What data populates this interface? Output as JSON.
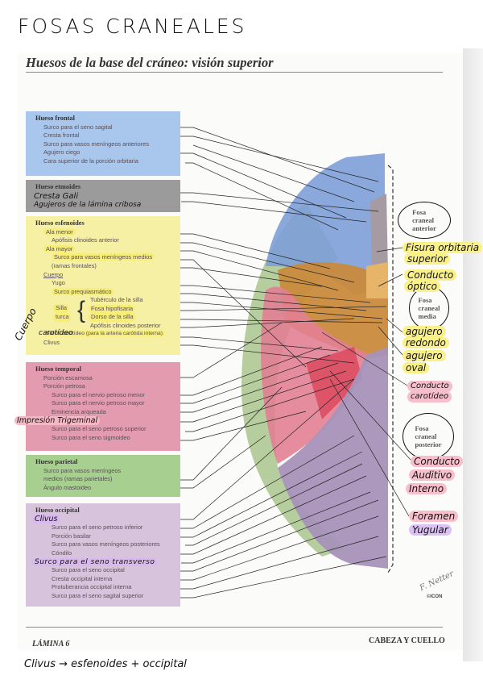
{
  "handwritten_title": "FOSAS CRANEALES",
  "book_title": "Huesos de la base del cráneo: visión superior",
  "groups": {
    "frontal": {
      "header": "Hueso frontal",
      "items": [
        "Surco para el seno sagital",
        "Cresta frontal",
        "Surco para vasos meníngeos anteriores",
        "Agujero ciego",
        "Cara superior de la porción orbitaria"
      ],
      "color": "#a9c6ec"
    },
    "etmoides": {
      "header": "Hueso etmoides",
      "items": [
        "Cresta Gali",
        "Agujeros de la lámina cribosa"
      ],
      "color": "#9b9b9b"
    },
    "esfenoides": {
      "header": "Hueso esfenoides",
      "items": [
        "Ala menor",
        "Apófisis clinoides anterior",
        "Ala mayor",
        "Surco para vasos meníngeos medios",
        "(ramas frontales)",
        "Cuerpo",
        "Yugo",
        "Surco prequiasmático",
        "Tubérculo de la silla",
        "Fosa hipofisaria",
        "Dorso de la silla",
        "Apófisis clinoides posterior",
        "Surco carotídeo (para la arteria carótida interna)",
        "Clivus"
      ],
      "silla_label_1": "Silla",
      "silla_label_2": "turca",
      "color": "#f6f0a4"
    },
    "temporal": {
      "header": "Hueso temporal",
      "items": [
        "Porción escamosa",
        "Porción petrosa",
        "Surco para el nervio petroso menor",
        "Surco para el nervio petroso mayor",
        "Eminencia arqueada",
        "Impresión Trigeminal",
        "Surco para el seno petroso superior",
        "Surco para el seno sigmoideo"
      ],
      "color": "#e39bb0"
    },
    "parietal": {
      "header": "Hueso parietal",
      "items": [
        "Surco para vasos meníngeos",
        "medios (ramas parietales)",
        "Ángulo mastoideo"
      ],
      "color": "#a7cf8f"
    },
    "occipital": {
      "header": "Hueso occipital",
      "items": [
        "Clivus",
        "Surco para el seno petroso inferior",
        "Porción basilar",
        "Surco para vasos meníngeos posteriores",
        "Cóndilo",
        "Surco para el seno transverso",
        "Surco para el seno occipital",
        "Cresta occipital interna",
        "Protuberancia occipital interna",
        "Surco para el seno sagital superior"
      ],
      "color": "#d8c3dd"
    }
  },
  "fossae": [
    {
      "line1": "Fosa",
      "line2": "craneal",
      "line3": "anterior"
    },
    {
      "line1": "Fosa",
      "line2": "craneal",
      "line3": "media"
    },
    {
      "line1": "Fosa",
      "line2": "craneal",
      "line3": "posterior"
    }
  ],
  "handwritten_notes": {
    "fisura_1": "Fisura orbitaria",
    "fisura_2": "superior",
    "conducto_optico_1": "Conducto",
    "conducto_optico_2": "óptico",
    "agujero_redondo_1": "agujero",
    "agujero_redondo_2": "redondo",
    "agujero_oval_1": "agujero",
    "agujero_oval_2": "oval",
    "conducto_carotideo_1": "Conducto",
    "conducto_carotideo_2": "carotídeo",
    "auditivo_1": "Conducto",
    "auditivo_2": "Auditivo",
    "auditivo_3": "Interno",
    "foramen_1": "Foramen",
    "foramen_2": "Yugular",
    "cuerpo_side": "Cuerpo",
    "carotideo_side": "carotídeo"
  },
  "footer": {
    "plate": "LÁMINA 6",
    "section": "CABEZA Y CUELLO",
    "handwritten": "Clivus → esfenoides + occipital",
    "signature": "F. Netter",
    "publisher": "©ICON"
  },
  "bone_colors": {
    "frontal": "#7d9fd8",
    "etmoides": "#a69aa3",
    "esfenoides": "#c98a3d",
    "temporal": "#e27f94",
    "parietal": "#a9c48c",
    "occipital": "#a892b9"
  }
}
